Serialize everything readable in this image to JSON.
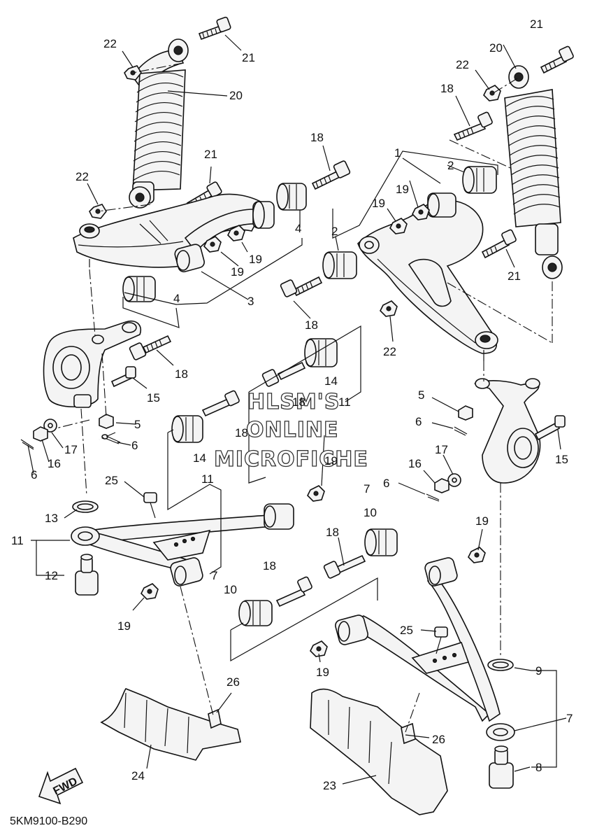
{
  "diagram_code": "5KM9100-B290",
  "watermark": {
    "line1": "HLSM'S",
    "line2": "ONLINE",
    "line3": "MICROFICHE"
  },
  "fwd_label": "FWD",
  "callouts": [
    {
      "id": "c22a",
      "text": "22"
    },
    {
      "id": "c21a",
      "text": "21"
    },
    {
      "id": "c20a",
      "text": "20"
    },
    {
      "id": "c21b",
      "text": "21"
    },
    {
      "id": "c22b",
      "text": "22"
    },
    {
      "id": "c18a",
      "text": "18"
    },
    {
      "id": "c4a",
      "text": "4"
    },
    {
      "id": "c19a",
      "text": "19"
    },
    {
      "id": "c19b",
      "text": "19"
    },
    {
      "id": "c3",
      "text": "3"
    },
    {
      "id": "c4b",
      "text": "4"
    },
    {
      "id": "c18b",
      "text": "18"
    },
    {
      "id": "c15a",
      "text": "15"
    },
    {
      "id": "c5a",
      "text": "5"
    },
    {
      "id": "c6a",
      "text": "6"
    },
    {
      "id": "c17a",
      "text": "17"
    },
    {
      "id": "c16a",
      "text": "16"
    },
    {
      "id": "c6b",
      "text": "6"
    },
    {
      "id": "c14a",
      "text": "14"
    },
    {
      "id": "c11a",
      "text": "11"
    },
    {
      "id": "c18c",
      "text": "18"
    },
    {
      "id": "c14b",
      "text": "14"
    },
    {
      "id": "c11b",
      "text": "11"
    },
    {
      "id": "c18d",
      "text": "18"
    },
    {
      "id": "c25a",
      "text": "25"
    },
    {
      "id": "c19c",
      "text": "19"
    },
    {
      "id": "c13",
      "text": "13"
    },
    {
      "id": "c11c",
      "text": "11"
    },
    {
      "id": "c12",
      "text": "12"
    },
    {
      "id": "c19d",
      "text": "19"
    },
    {
      "id": "c7a",
      "text": "7"
    },
    {
      "id": "c10a",
      "text": "10"
    },
    {
      "id": "c18e",
      "text": "18"
    },
    {
      "id": "c26a",
      "text": "26"
    },
    {
      "id": "c24",
      "text": "24"
    },
    {
      "id": "c1",
      "text": "1"
    },
    {
      "id": "c2a",
      "text": "2"
    },
    {
      "id": "c19e",
      "text": "19"
    },
    {
      "id": "c19f",
      "text": "19"
    },
    {
      "id": "c2b",
      "text": "2"
    },
    {
      "id": "c18f",
      "text": "18"
    },
    {
      "id": "c22c",
      "text": "22"
    },
    {
      "id": "c21c",
      "text": "21"
    },
    {
      "id": "c21d",
      "text": "21"
    },
    {
      "id": "c20b",
      "text": "20"
    },
    {
      "id": "c22d",
      "text": "22"
    },
    {
      "id": "c18g",
      "text": "18"
    },
    {
      "id": "c5b",
      "text": "5"
    },
    {
      "id": "c6c",
      "text": "6"
    },
    {
      "id": "c15b",
      "text": "15"
    },
    {
      "id": "c17b",
      "text": "17"
    },
    {
      "id": "c16b",
      "text": "16"
    },
    {
      "id": "c6d",
      "text": "6"
    },
    {
      "id": "c7b",
      "text": "7"
    },
    {
      "id": "c10b",
      "text": "10"
    },
    {
      "id": "c18h",
      "text": "18"
    },
    {
      "id": "c19g",
      "text": "19"
    },
    {
      "id": "c25b",
      "text": "25"
    },
    {
      "id": "c19h",
      "text": "19"
    },
    {
      "id": "c9",
      "text": "9"
    },
    {
      "id": "c7c",
      "text": "7"
    },
    {
      "id": "c26b",
      "text": "26"
    },
    {
      "id": "c8",
      "text": "8"
    },
    {
      "id": "c23",
      "text": "23"
    }
  ]
}
